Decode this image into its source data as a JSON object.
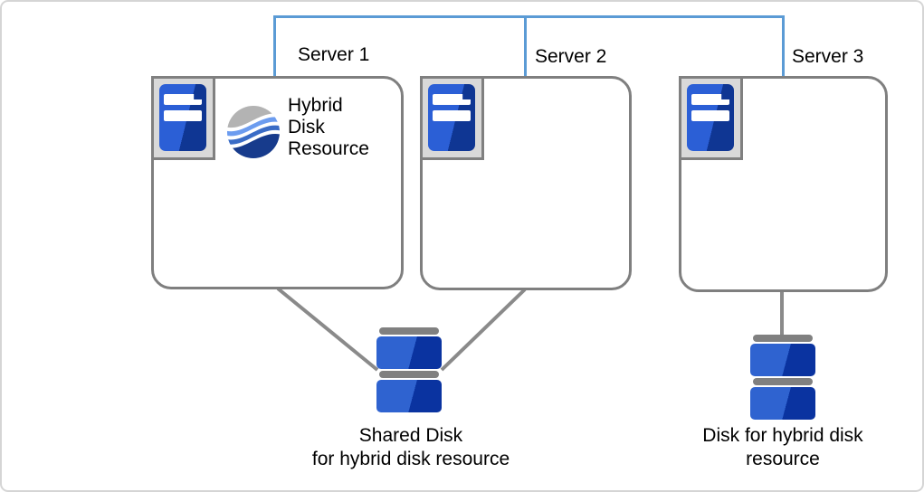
{
  "servers": [
    {
      "label": "Server 1"
    },
    {
      "label": "Server 2"
    },
    {
      "label": "Server 3"
    }
  ],
  "hybrid_resource": {
    "line1": "Hybrid",
    "line2": "Disk",
    "line3": "Resource"
  },
  "shared_disk": {
    "line1": "Shared Disk",
    "line2": "for hybrid disk resource"
  },
  "hybrid_disk": {
    "line1": "Disk for hybrid disk",
    "line2": "resource"
  },
  "colors": {
    "interconnect-blue": "#5B9BD5",
    "link-gray": "#8A8A8A",
    "box-border": "#7F7F7F",
    "icon-frame-fill": "#D9D9D9",
    "icon-frame-border": "#808080",
    "tower-blue-light": "#2B5FD6",
    "tower-blue-dark": "#0F3693",
    "disk-blue-light": "#2F63D0",
    "disk-blue-dark": "#0A33A0",
    "disk-cap-gray": "#808080",
    "wave-gray": "#B3B3B3",
    "wave-blue-light": "#6C9CEF",
    "wave-blue-mid": "#3A6CC6",
    "wave-blue-dark": "#173B8C",
    "text": "#000000"
  }
}
